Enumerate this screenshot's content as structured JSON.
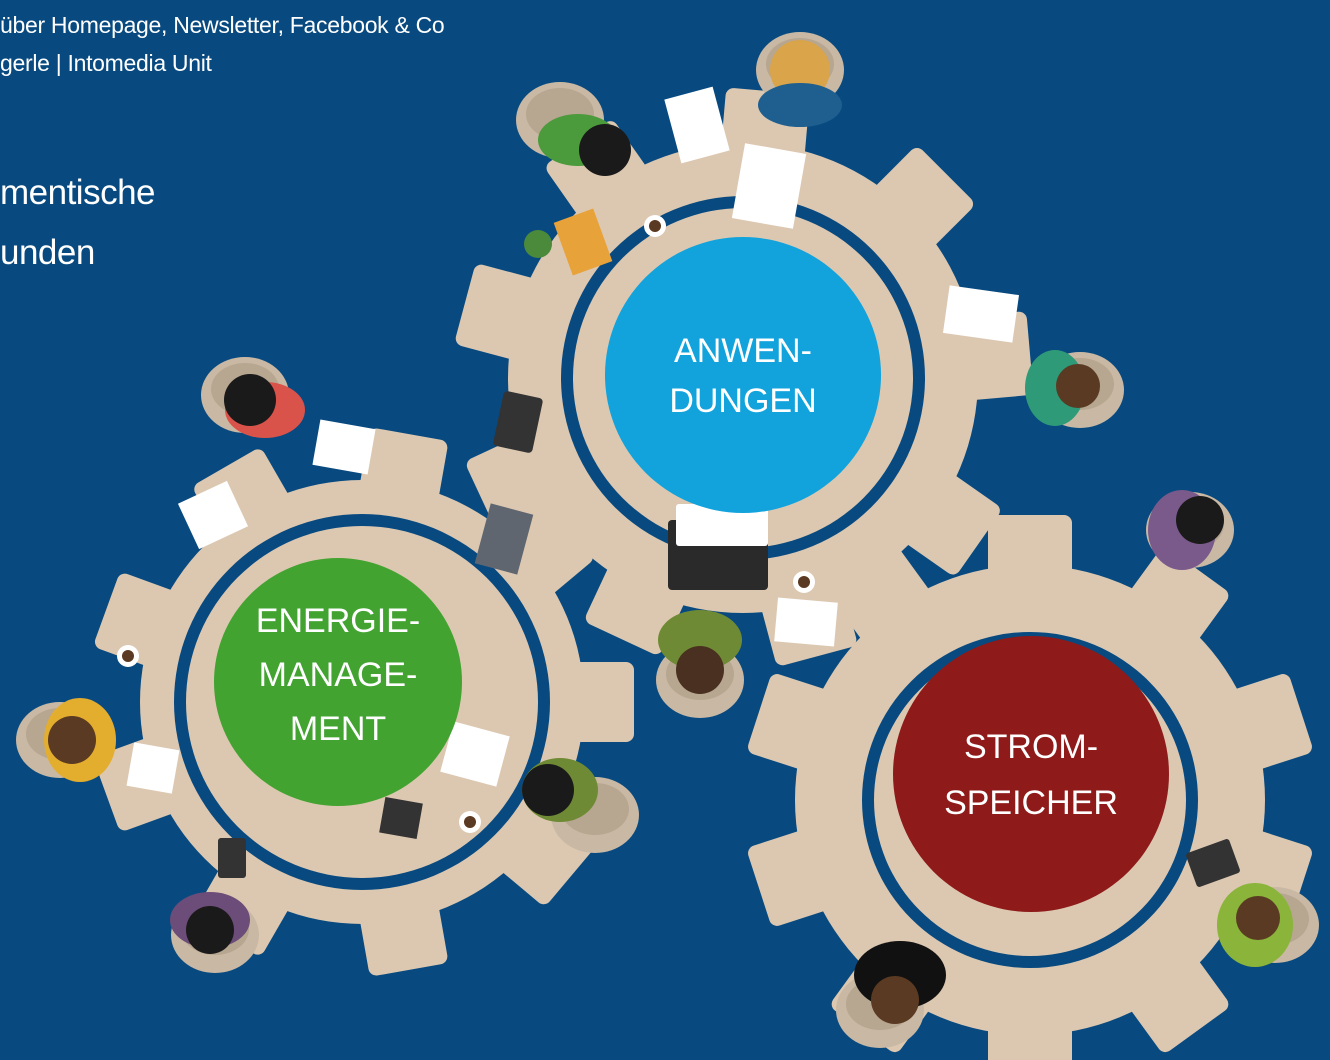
{
  "header": {
    "line1": "über Homepage, Newsletter, Facebook & Co",
    "line2": "gerle  |  Intomedia Unit",
    "heading_line1": "mentische",
    "heading_line2": "unden"
  },
  "gears": [
    {
      "label_line1": "ANWEN-",
      "label_line2": "DUNGEN",
      "label_line3": "",
      "color": "#12a3dc"
    },
    {
      "label_line1": "ENERGIE-",
      "label_line2": "MANAGE-",
      "label_line3": "MENT",
      "color": "#42a331"
    },
    {
      "label_line1": "STROM-",
      "label_line2": "SPEICHER",
      "label_line3": "",
      "color": "#8e1a19"
    }
  ],
  "colors": {
    "background": "#084a80",
    "gear": "#dcc8b1",
    "ring": "#084a80"
  }
}
